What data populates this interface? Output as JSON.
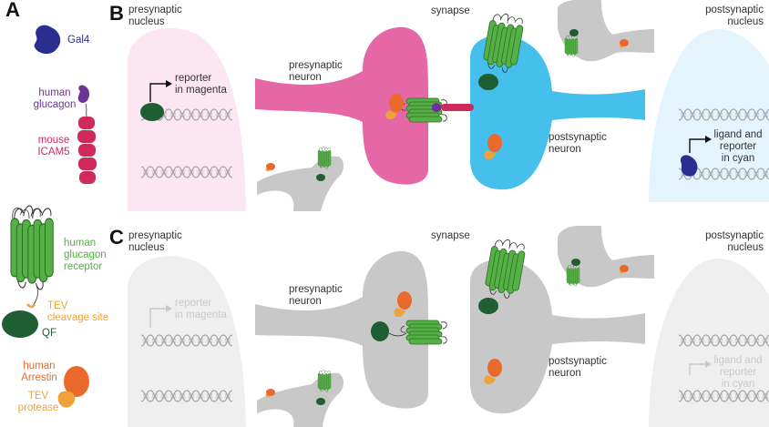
{
  "panels": {
    "a": "A",
    "b": "B",
    "c": "C"
  },
  "legend": {
    "gal4": "Gal4",
    "glucagon": [
      "human",
      "glucagon"
    ],
    "icam5": [
      "mouse",
      "ICAM5"
    ],
    "receptor": [
      "human",
      "glucagon",
      "receptor"
    ],
    "tev_site": [
      "TEV",
      "cleavage site"
    ],
    "qf": "QF",
    "arrestin": [
      "human",
      "Arrestin"
    ],
    "protease": [
      "TEV",
      "protease"
    ]
  },
  "scene_b": {
    "presyn_nucleus": [
      "presynaptic",
      "nucleus"
    ],
    "synapse": "synapse",
    "postsyn_nucleus": [
      "postsynaptic",
      "nucleus"
    ],
    "presyn_neuron": [
      "presynaptic",
      "neuron"
    ],
    "postsyn_neuron": [
      "postsynaptic",
      "neuron"
    ],
    "reporter": [
      "reporter",
      "in magenta"
    ],
    "ligand_reporter": [
      "ligand and",
      "reporter",
      "in cyan"
    ]
  },
  "scene_c": {
    "presyn_nucleus": [
      "presynaptic",
      "nucleus"
    ],
    "synapse": "synapse",
    "postsyn_nucleus": [
      "postsynaptic",
      "nucleus"
    ],
    "presyn_neuron": [
      "presynaptic",
      "neuron"
    ],
    "postsyn_neuron": [
      "postsynaptic",
      "neuron"
    ],
    "reporter": [
      "reporter",
      "in magenta"
    ],
    "ligand_reporter": [
      "ligand and",
      "reporter",
      "in cyan"
    ]
  },
  "colors": {
    "gal4": "#2a2f8f",
    "glucagon": "#6a3596",
    "icam5": "#d02a5c",
    "receptor": "#55b046",
    "tev": "#f0a23a",
    "qf": "#1f5e33",
    "arrestin": "#ea6a2e",
    "presyn": "#e567a6",
    "postsyn": "#45c0ec",
    "nucleus_pink": "#fce6f1",
    "nucleus_cyan": "#e3f4fc",
    "gray": "#c8c8c8",
    "gray_light": "#efefef",
    "faded_text": "#c9c9c9"
  }
}
